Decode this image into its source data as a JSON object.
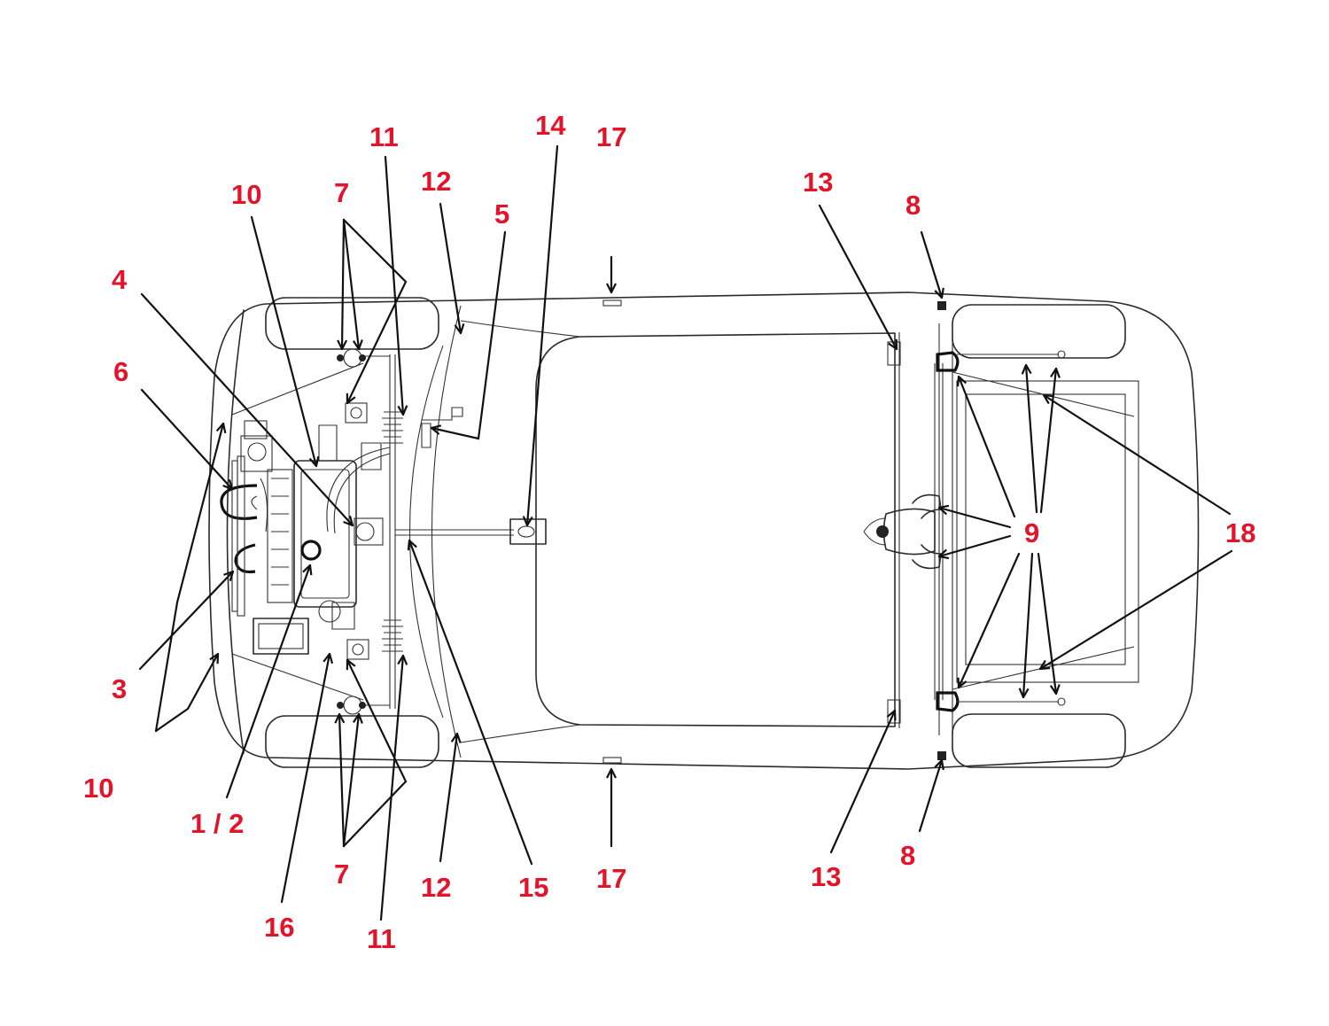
{
  "labels": {
    "l_4": "4",
    "l_6": "6",
    "l_10_top": "10",
    "l_7_top": "7",
    "l_11_top": "11",
    "l_12_top": "12",
    "l_5": "5",
    "l_14": "14",
    "l_17_top": "17",
    "l_13_top": "13",
    "l_8_top": "8",
    "l_9": "9",
    "l_18": "18",
    "l_3": "3",
    "l_10_bottom": "10",
    "l_1_2": "1 / 2",
    "l_16": "16",
    "l_7_bottom": "7",
    "l_11_bottom": "11",
    "l_12_bottom": "12",
    "l_15": "15",
    "l_17_bottom": "17",
    "l_13_bottom": "13",
    "l_8_bottom": "8"
  },
  "colors": {
    "label": "#e3142a",
    "line": "#222222",
    "background": "#ffffff"
  }
}
